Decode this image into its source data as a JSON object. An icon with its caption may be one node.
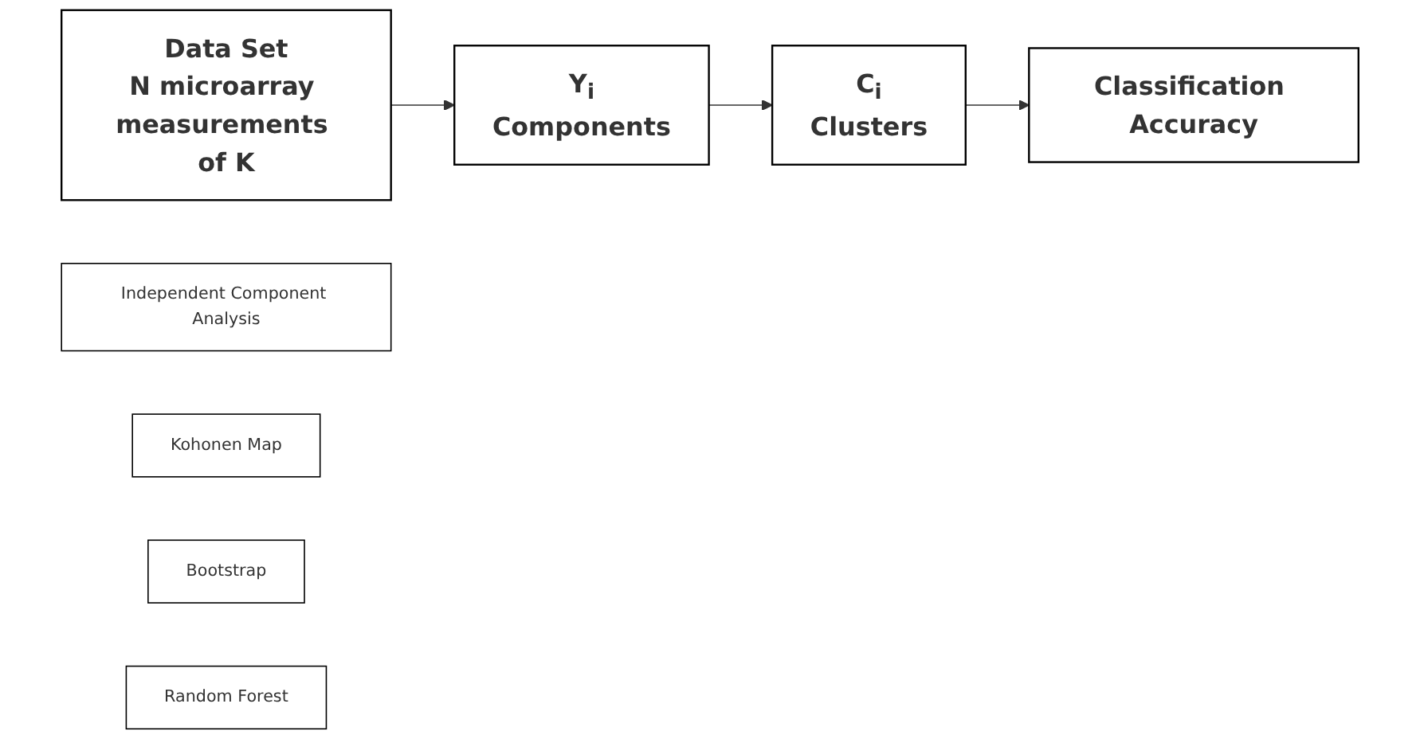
{
  "diagram": {
    "nodes": [
      {
        "text": [
          "Data Set",
          "N microarray measurements of K"
        ]
      },
      {
        "text": [
          "Independent Component Analysis"
        ]
      },
      {
        "text": [
          "Y$_{i}$",
          "Components"
        ]
      },
      {
        "text": [
          "Kohonen Map"
        ]
      },
      {
        "text": [
          "C$_{i}$",
          "Clusters"
        ]
      },
      {
        "text": [
          "Bootstrap"
        ]
      },
      {
        "text": [
          "Random Forest"
        ]
      },
      {
        "text": [
          "Classification Accuracy"
        ]
      }
    ],
    "edges": [
      {
        "from": 0,
        "to": 2,
        "arrow": "to"
      },
      {
        "from": 2,
        "to": 4,
        "arrow": "to"
      },
      {
        "from": 4,
        "to": 7,
        "arrow": "to"
      }
    ]
  }
}
